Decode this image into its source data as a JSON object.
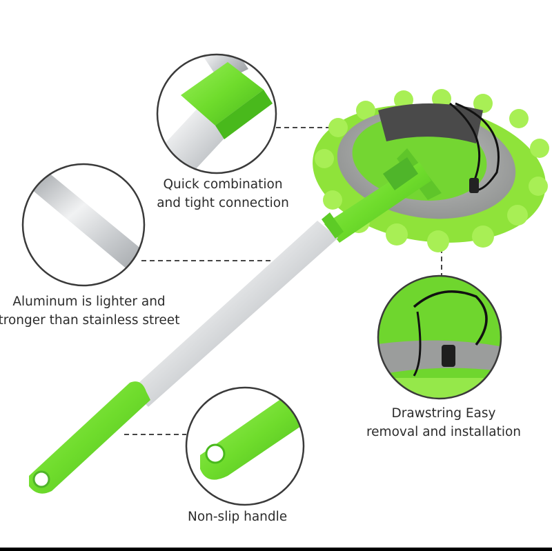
{
  "callouts": {
    "combination": {
      "line1": "Quick combination",
      "line2": "and tight connection"
    },
    "aluminum": {
      "line1": "Aluminum is lighter and",
      "line2": "tronger than stainless street"
    },
    "drawstring": {
      "line1": "Drawstring Easy",
      "line2": "removal and installation"
    },
    "handle": {
      "line1": "Non-slip handle"
    }
  },
  "colors": {
    "accent_green": "#7ee23a",
    "dark_green": "#4fb52a",
    "pole_silver": "#c9ccd0",
    "pad_gray": "#a7a9a8",
    "text": "#2b2b2b"
  }
}
